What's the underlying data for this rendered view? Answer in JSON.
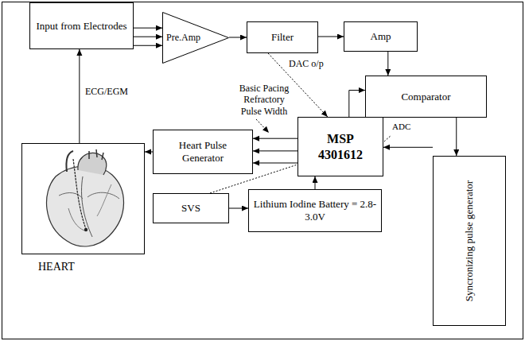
{
  "diagram": {
    "nodes": [
      {
        "text": [
          "Input from Electrodes"
        ]
      },
      {
        "text": [
          "Pre.Amp"
        ]
      },
      {
        "text": [
          "Filter"
        ]
      },
      {
        "text": [
          "Amp"
        ]
      },
      {
        "text": [
          "Comparator"
        ]
      },
      {
        "text": [
          "MSP 4301612"
        ]
      },
      {
        "text": [
          "Heart Pulse Generator"
        ]
      },
      {
        "text": [
          "HEART"
        ]
      },
      {
        "text": [
          "SVS"
        ]
      },
      {
        "text": [
          "Lithium Iodine Battery = 2.8-3.0V"
        ]
      },
      {
        "text": [
          "Syncronizing pulse generator"
        ]
      }
    ],
    "edges": [
      {
        "from": 0,
        "to": 1,
        "arrow": "to"
      },
      {
        "from": 0,
        "to": 1,
        "arrow": "to"
      },
      {
        "from": 0,
        "to": 1,
        "arrow": "to"
      },
      {
        "from": 1,
        "to": 2,
        "arrow": "to"
      },
      {
        "from": 2,
        "to": 3,
        "arrow": "to"
      },
      {
        "from": 3,
        "to": 4,
        "arrow": "to"
      },
      {
        "from": 4,
        "to": 10,
        "arrow": "to"
      },
      {
        "from": 10,
        "to": 5,
        "arrow": "to"
      },
      {
        "from": 5,
        "to": 4,
        "arrow": "to"
      },
      {
        "from": 5,
        "to": 6,
        "arrow": "to"
      },
      {
        "from": 5,
        "to": 6,
        "arrow": "to"
      },
      {
        "from": 5,
        "to": 6,
        "arrow": "to"
      },
      {
        "from": 6,
        "to": 7,
        "arrow": "to"
      },
      {
        "from": 7,
        "to": 0,
        "label": "ECG/EGM",
        "arrow": "to"
      },
      {
        "from": 8,
        "to": 9,
        "arrow": "to"
      },
      {
        "from": 9,
        "to": 5,
        "arrow": "to"
      },
      {
        "from": 2,
        "to": 5,
        "label": "DAC o/p",
        "arrow": "to"
      },
      {
        "from": 8,
        "to": 5,
        "arrow": "none"
      }
    ],
    "labels": [
      "Basic Pacing Refractory Pulse Width",
      "ADC"
    ]
  }
}
